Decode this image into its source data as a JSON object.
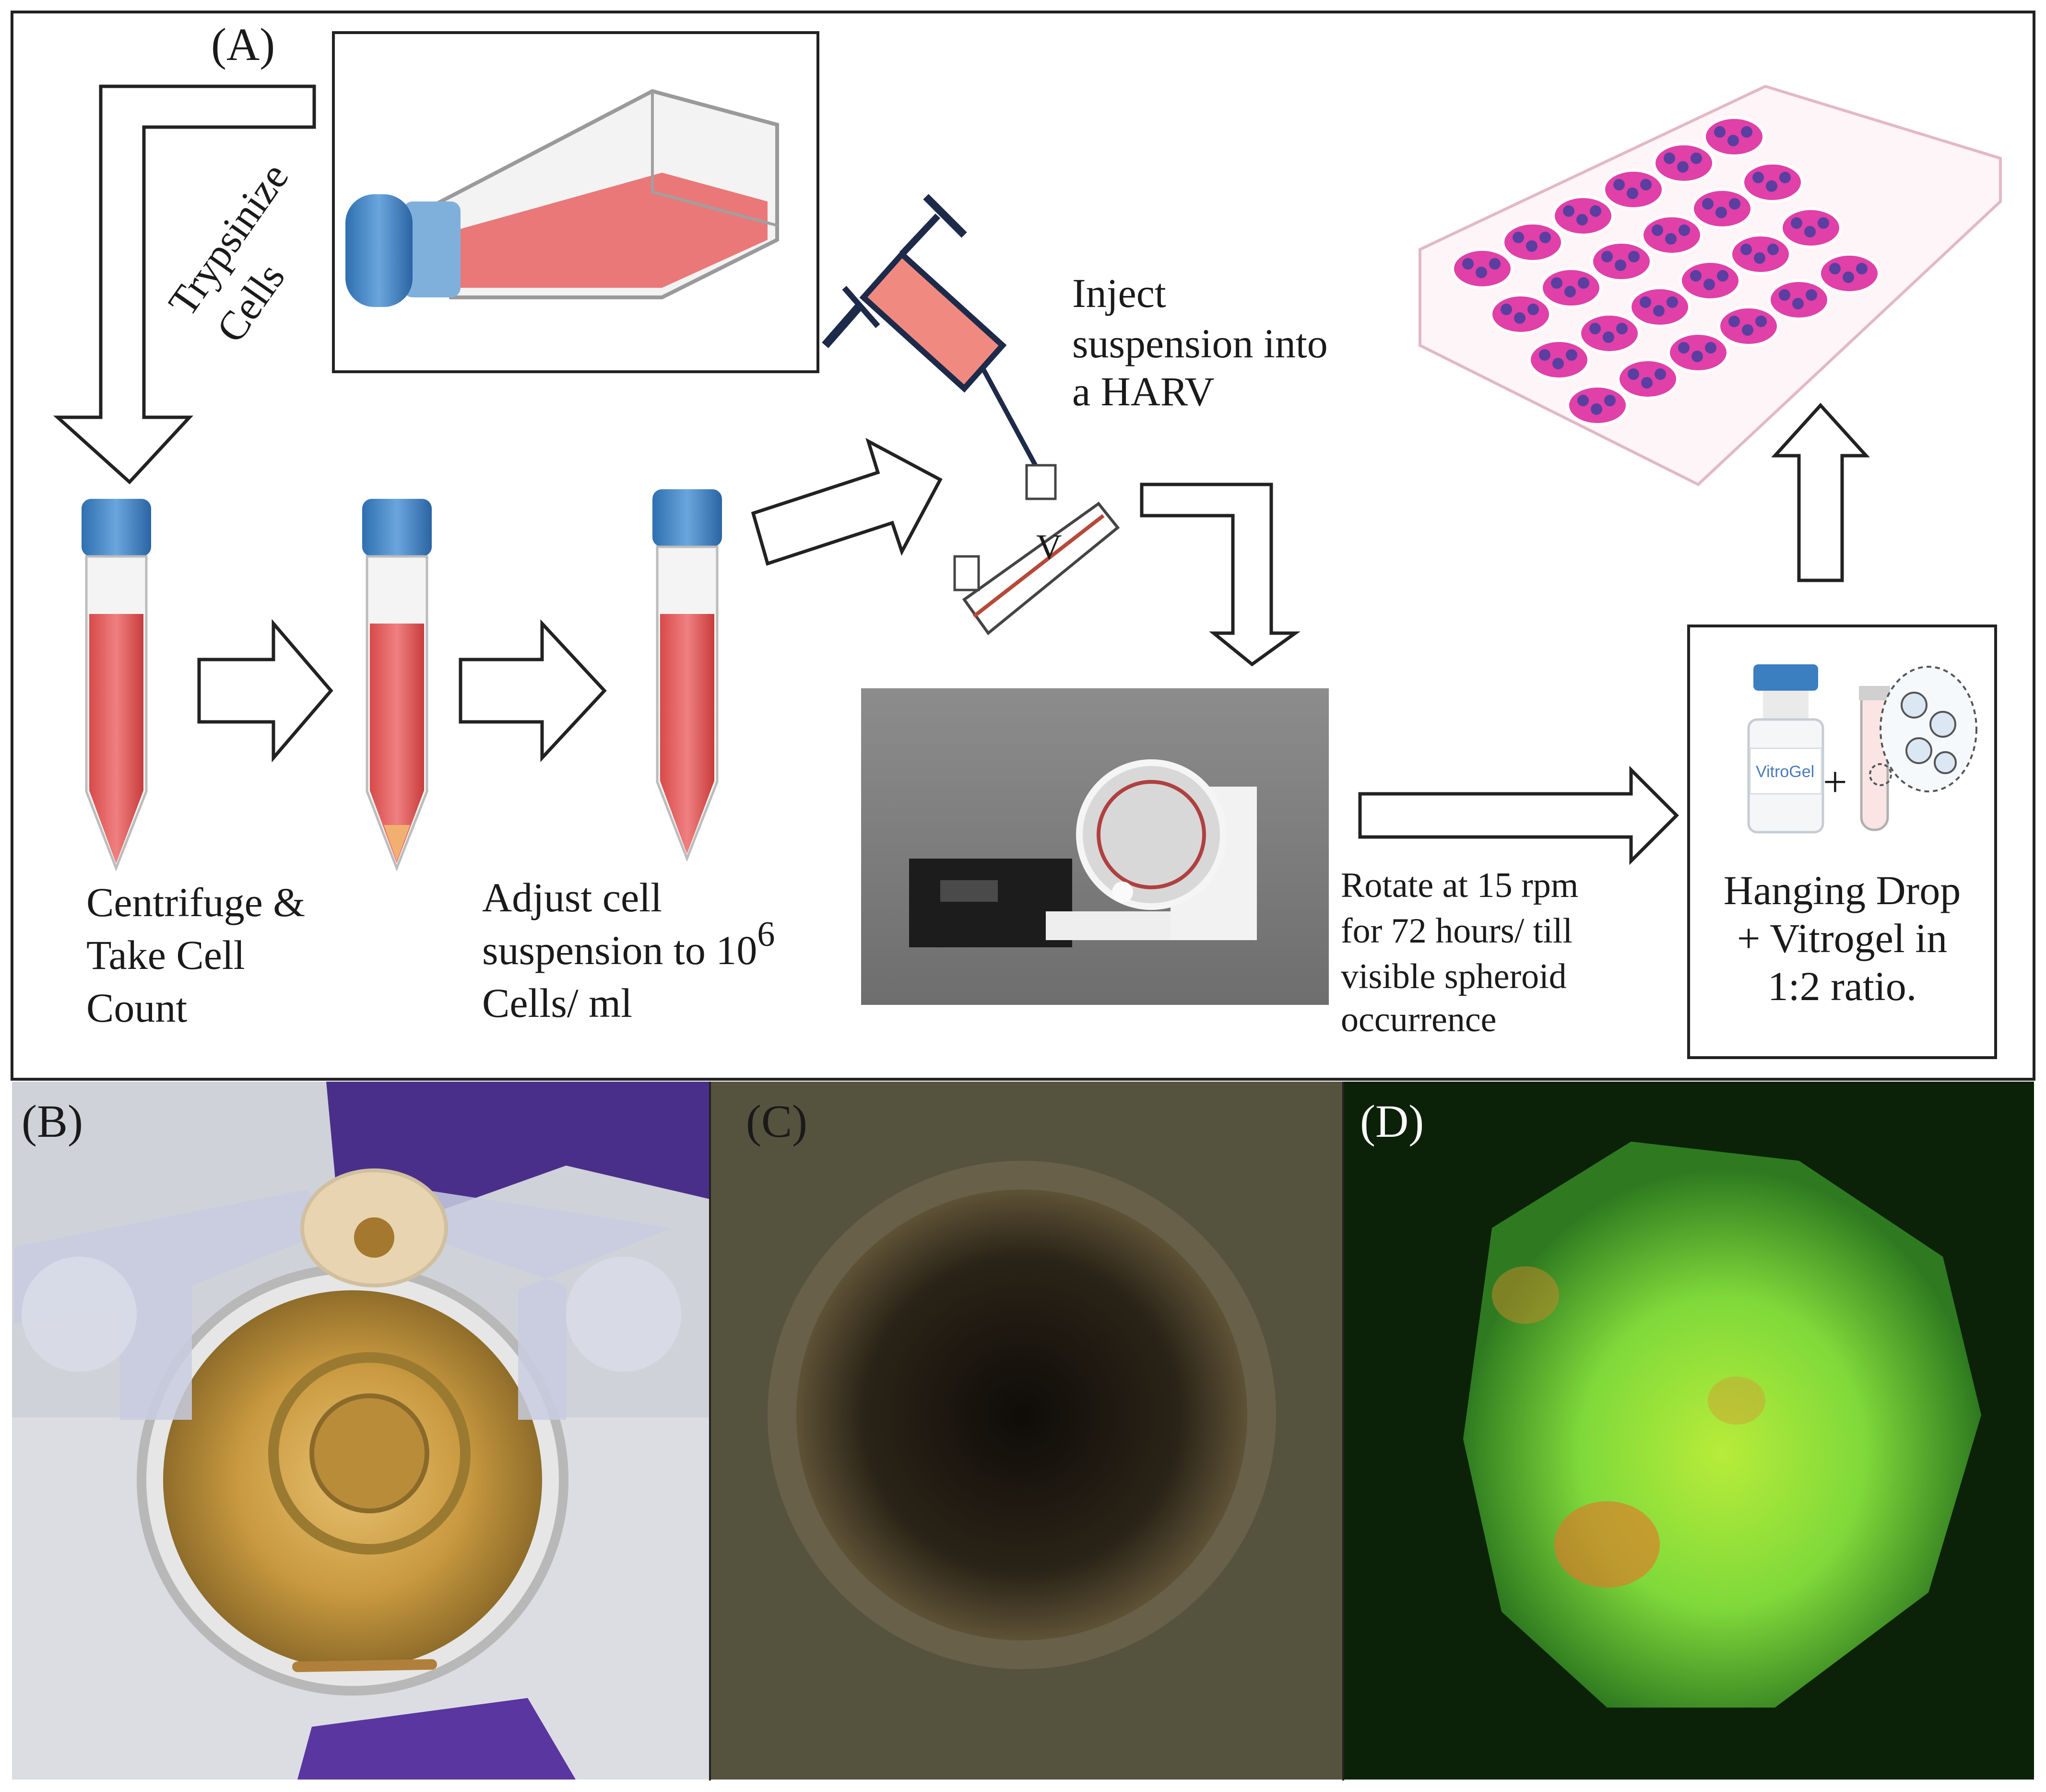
{
  "panels": {
    "a": "(A)",
    "b": "(B)",
    "c": "(C)",
    "d": "(D)"
  },
  "steps": {
    "trypsinize_1": "Trypsinize",
    "trypsinize_2": "Cells",
    "centrifuge_1": "Centrifuge &",
    "centrifuge_2": "Take Cell",
    "centrifuge_3": "Count",
    "adjust_1": "Adjust cell",
    "adjust_2": "suspension to 10",
    "adjust_exp": "6",
    "adjust_3": "Cells/ ml",
    "inject_1": "Inject",
    "inject_2": "suspension into",
    "inject_3": "a HARV",
    "rotate_1": "Rotate at 15 rpm",
    "rotate_2": "for 72 hours/ till",
    "rotate_3": "visible spheroid",
    "rotate_4": "occurrence",
    "hanging_1": "Hanging Drop",
    "hanging_2": "+ Vitrogel in",
    "hanging_3": "1:2 ratio.",
    "vial_label": "VitroGel",
    "plus": "+",
    "harv_mark": "V"
  },
  "colors": {
    "media_red": "#e36a6a",
    "tube_cap": "#3b7fc0",
    "plate_pink": "#e040a8",
    "spheroid_green": "#7fd93a",
    "spheroid_orange": "#e07a2a"
  }
}
